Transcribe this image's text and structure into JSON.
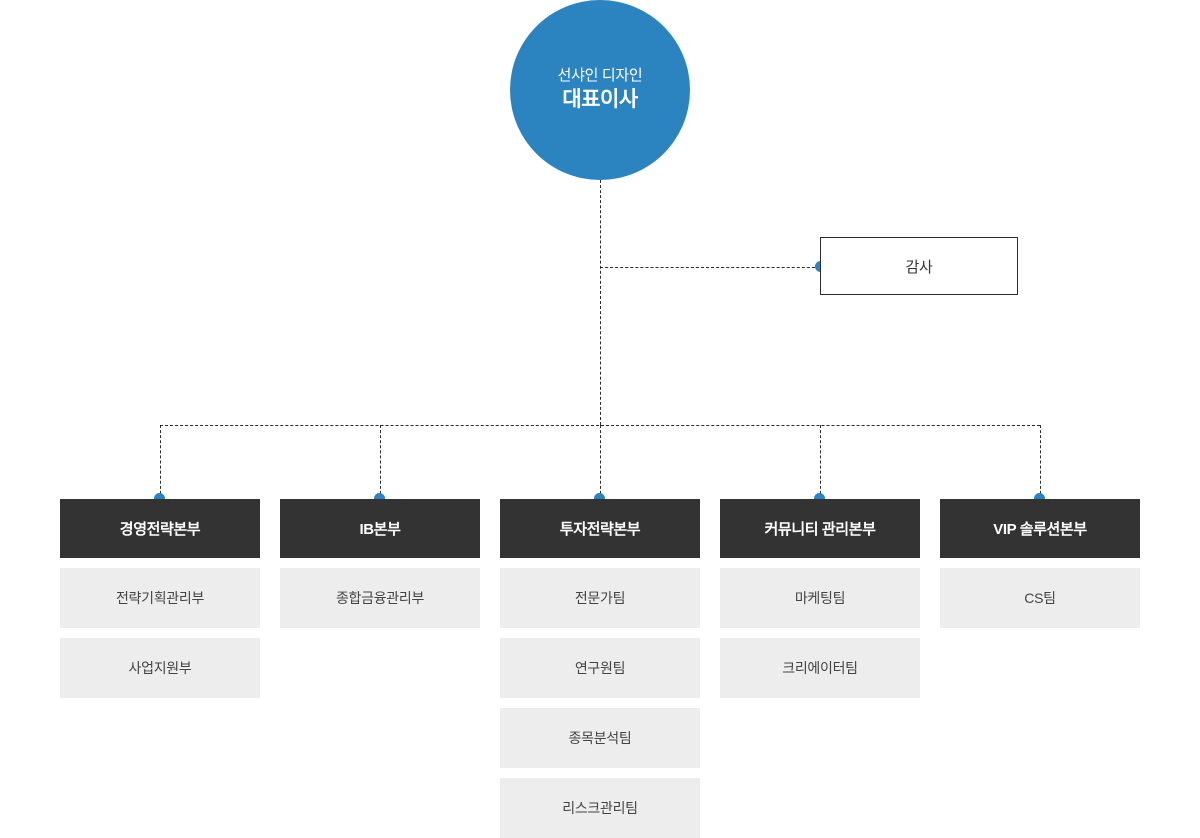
{
  "colors": {
    "accent": "#2b84c0",
    "header_dark": "#333333",
    "team_gray": "#ededed",
    "line": "#2b2b2b",
    "text_dark": "#333333",
    "white": "#ffffff"
  },
  "root": {
    "company": "선샤인 디자인",
    "title": "대표이사"
  },
  "audit": {
    "label": "감사"
  },
  "departments": [
    {
      "name": "경영전략본부",
      "teams": [
        {
          "label": "전략기획관리부"
        },
        {
          "label": "사업지원부"
        }
      ]
    },
    {
      "name": "IB본부",
      "teams": [
        {
          "label": "종합금융관리부"
        }
      ]
    },
    {
      "name": "투자전략본부",
      "teams": [
        {
          "label": "전문가팀"
        },
        {
          "label": "연구원팀"
        },
        {
          "label": "종목분석팀"
        },
        {
          "label": "리스크관리팀"
        }
      ]
    },
    {
      "name": "커뮤니티 관리본부",
      "teams": [
        {
          "label": "마케팅팀"
        },
        {
          "label": "크리에이터팀"
        }
      ]
    },
    {
      "name": "VIP 솔루션본부",
      "teams": [
        {
          "label": "CS팀"
        }
      ]
    }
  ]
}
